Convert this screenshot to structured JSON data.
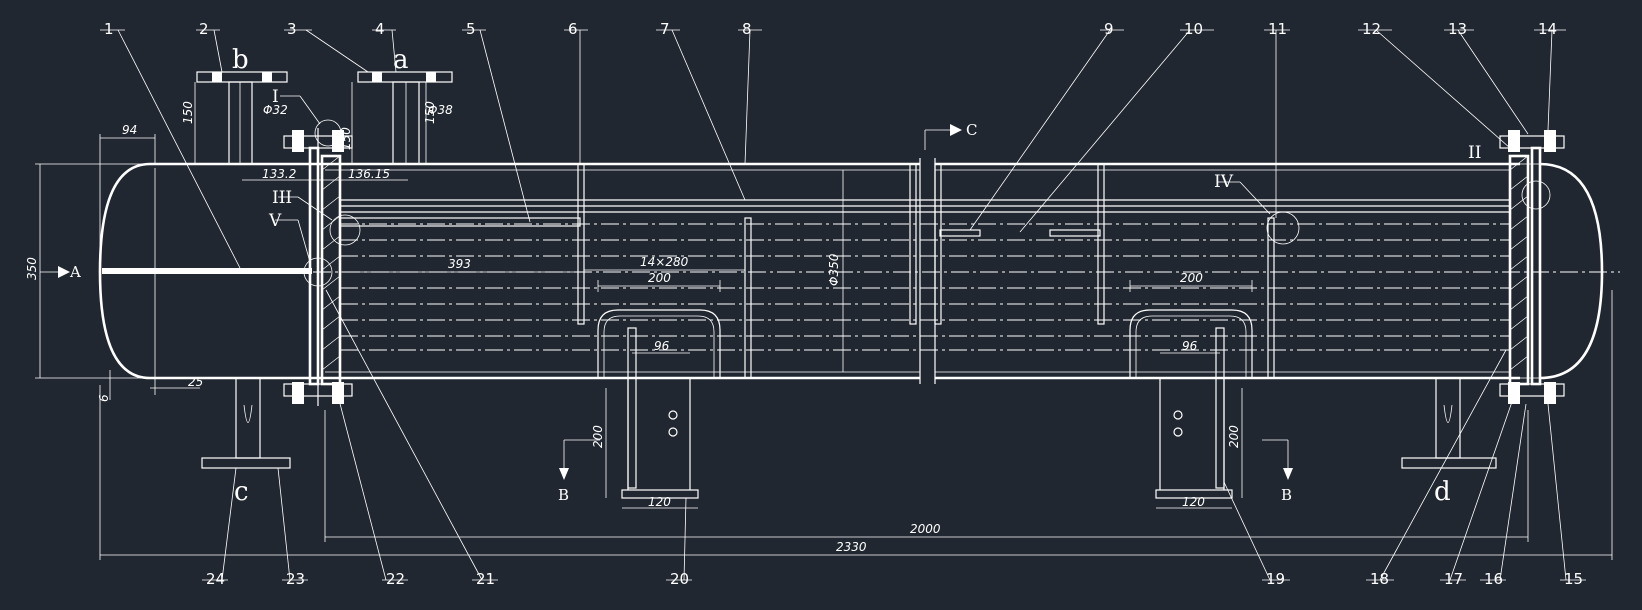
{
  "parts": [
    "1",
    "2",
    "3",
    "4",
    "5",
    "6",
    "7",
    "8",
    "9",
    "10",
    "11",
    "12",
    "13",
    "14",
    "15",
    "16",
    "17",
    "18",
    "19",
    "20",
    "21",
    "22",
    "23",
    "24"
  ],
  "nozzles": [
    "a",
    "b",
    "c",
    "d"
  ],
  "details": [
    "I",
    "II",
    "III",
    "IV",
    "V"
  ],
  "sections": [
    "A",
    "B",
    "B",
    "C"
  ],
  "dimensions": {
    "d32": "Φ32",
    "d38": "Φ38",
    "h150a": "150",
    "h150b": "150",
    "h150c": "150",
    "w94": "94",
    "w133": "133.2",
    "w136": "136.15",
    "d350v": "350",
    "d350": "Φ350",
    "w393": "393",
    "baffles": "14×280",
    "s200a": "200",
    "s200b": "200",
    "s96a": "96",
    "s96b": "96",
    "s120a": "120",
    "s120b": "120",
    "h200a": "200",
    "h200b": "200",
    "w6": "6",
    "w25": "25",
    "l2000": "2000",
    "l2330": "2330"
  },
  "colors": {
    "background": "#212730",
    "line": "#ffffff"
  }
}
